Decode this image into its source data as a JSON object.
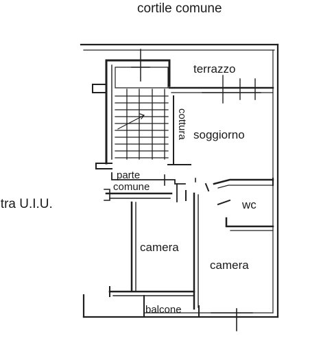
{
  "plan": {
    "labels": {
      "top": "cortile comune",
      "left": "altra U.I.U.",
      "terrace": "terrazzo",
      "kitchen": "cottura",
      "living": "soggiorno",
      "common_line1": "parte",
      "common_line2": "comune",
      "bathroom": "wc",
      "bedroom_left": "camera",
      "bedroom_right": "camera",
      "balcony": "balcone"
    }
  }
}
